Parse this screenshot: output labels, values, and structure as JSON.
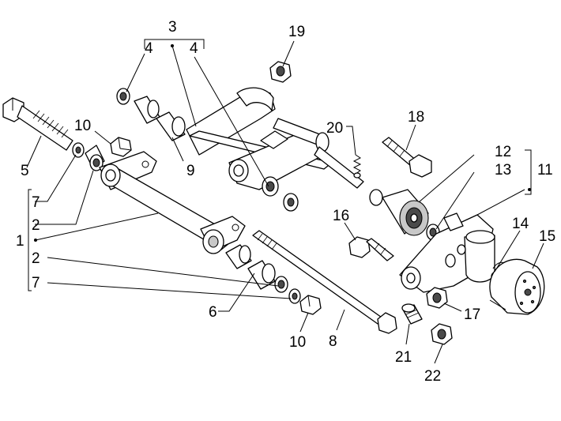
{
  "callouts": {
    "c1": "1",
    "c2a": "2",
    "c2b": "2",
    "c3": "3",
    "c4a": "4",
    "c4b": "4",
    "c5": "5",
    "c6": "6",
    "c7a": "7",
    "c7b": "7",
    "c8": "8",
    "c9": "9",
    "c10a": "10",
    "c10b": "10",
    "c11": "11",
    "c12": "12",
    "c13": "13",
    "c14": "14",
    "c15": "15",
    "c16": "16",
    "c17": "17",
    "c18": "18",
    "c19": "19",
    "c20": "20",
    "c21": "21",
    "c22": "22"
  }
}
